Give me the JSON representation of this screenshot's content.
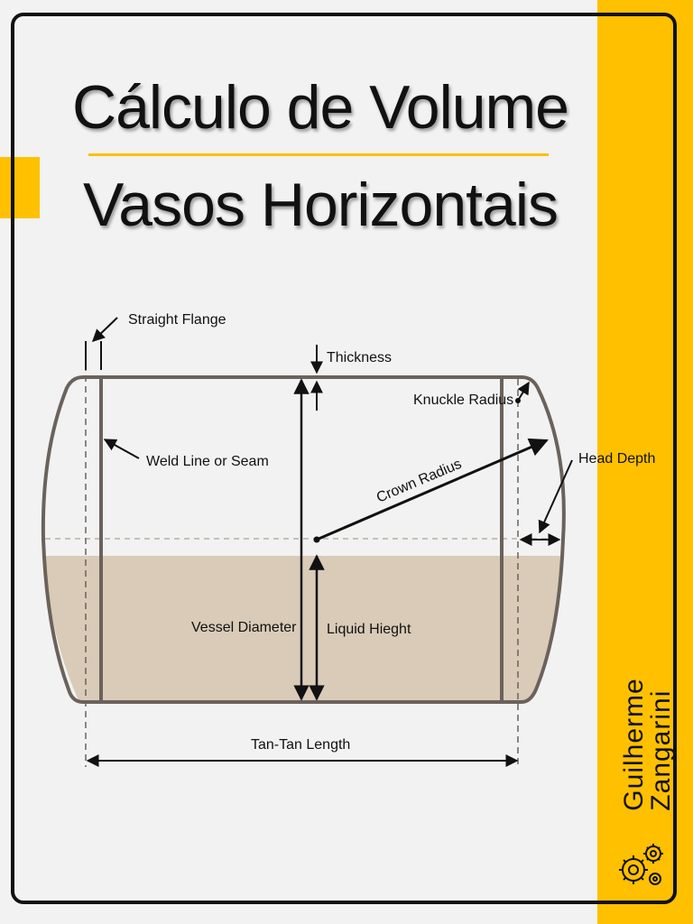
{
  "title": {
    "line1": "Cálculo de Volume",
    "line2": "Vasos Horizontais"
  },
  "colors": {
    "accent": "#ffc000",
    "liquid": "#d9cbb8",
    "vessel_outline": "#6b625c",
    "frame": "#111111",
    "background": "#f2f2f2"
  },
  "labels": {
    "straight_flange": "Straight Flange",
    "thickness": "Thickness",
    "knuckle_radius": "Knuckle Radius",
    "head_depth": "Head Depth",
    "weld_line": "Weld Line or Seam",
    "crown_radius": "Crown Radius",
    "vessel_diameter": "Vessel Diameter",
    "liquid_height": "Liquid Hieght",
    "tan_tan_length": "Tan-Tan Length"
  },
  "brand": {
    "line1": "Guilherme",
    "line2": "Zangarini",
    "icon": "gears-icon"
  }
}
